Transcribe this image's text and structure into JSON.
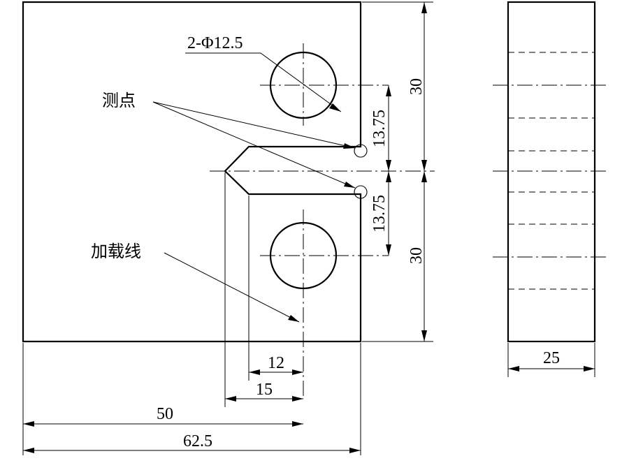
{
  "labels": {
    "hole_callout": "2-Φ12.5",
    "measure_points": "测点",
    "load_line": "加载线"
  },
  "dimensions": {
    "upper_height": "30",
    "lower_height": "30",
    "upper_offset": "13.75",
    "lower_offset": "13.75",
    "thickness": "25",
    "dim_12": "12",
    "dim_15": "15",
    "dim_50": "50",
    "dim_62_5": "62.5"
  }
}
